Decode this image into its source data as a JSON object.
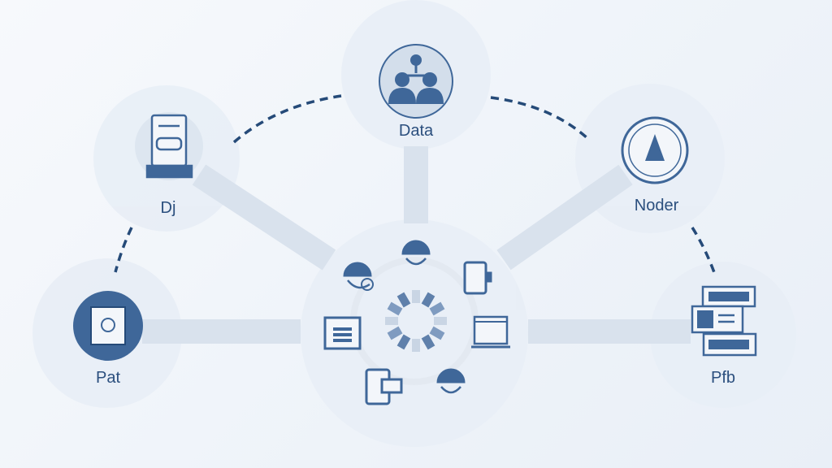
{
  "nodes": {
    "data": {
      "label": "Data",
      "icon": "people-network-icon"
    },
    "dj": {
      "label": "Dj",
      "icon": "machine-icon"
    },
    "noder": {
      "label": "Noder",
      "icon": "compass-icon"
    },
    "pat": {
      "label": "Pat",
      "icon": "document-frame-icon"
    },
    "pfb": {
      "label": "Pfb",
      "icon": "profile-cards-icon"
    }
  },
  "colors": {
    "accent": "#3f6799",
    "connector": "#d9e2ed",
    "circle": "#eaf0f7"
  }
}
